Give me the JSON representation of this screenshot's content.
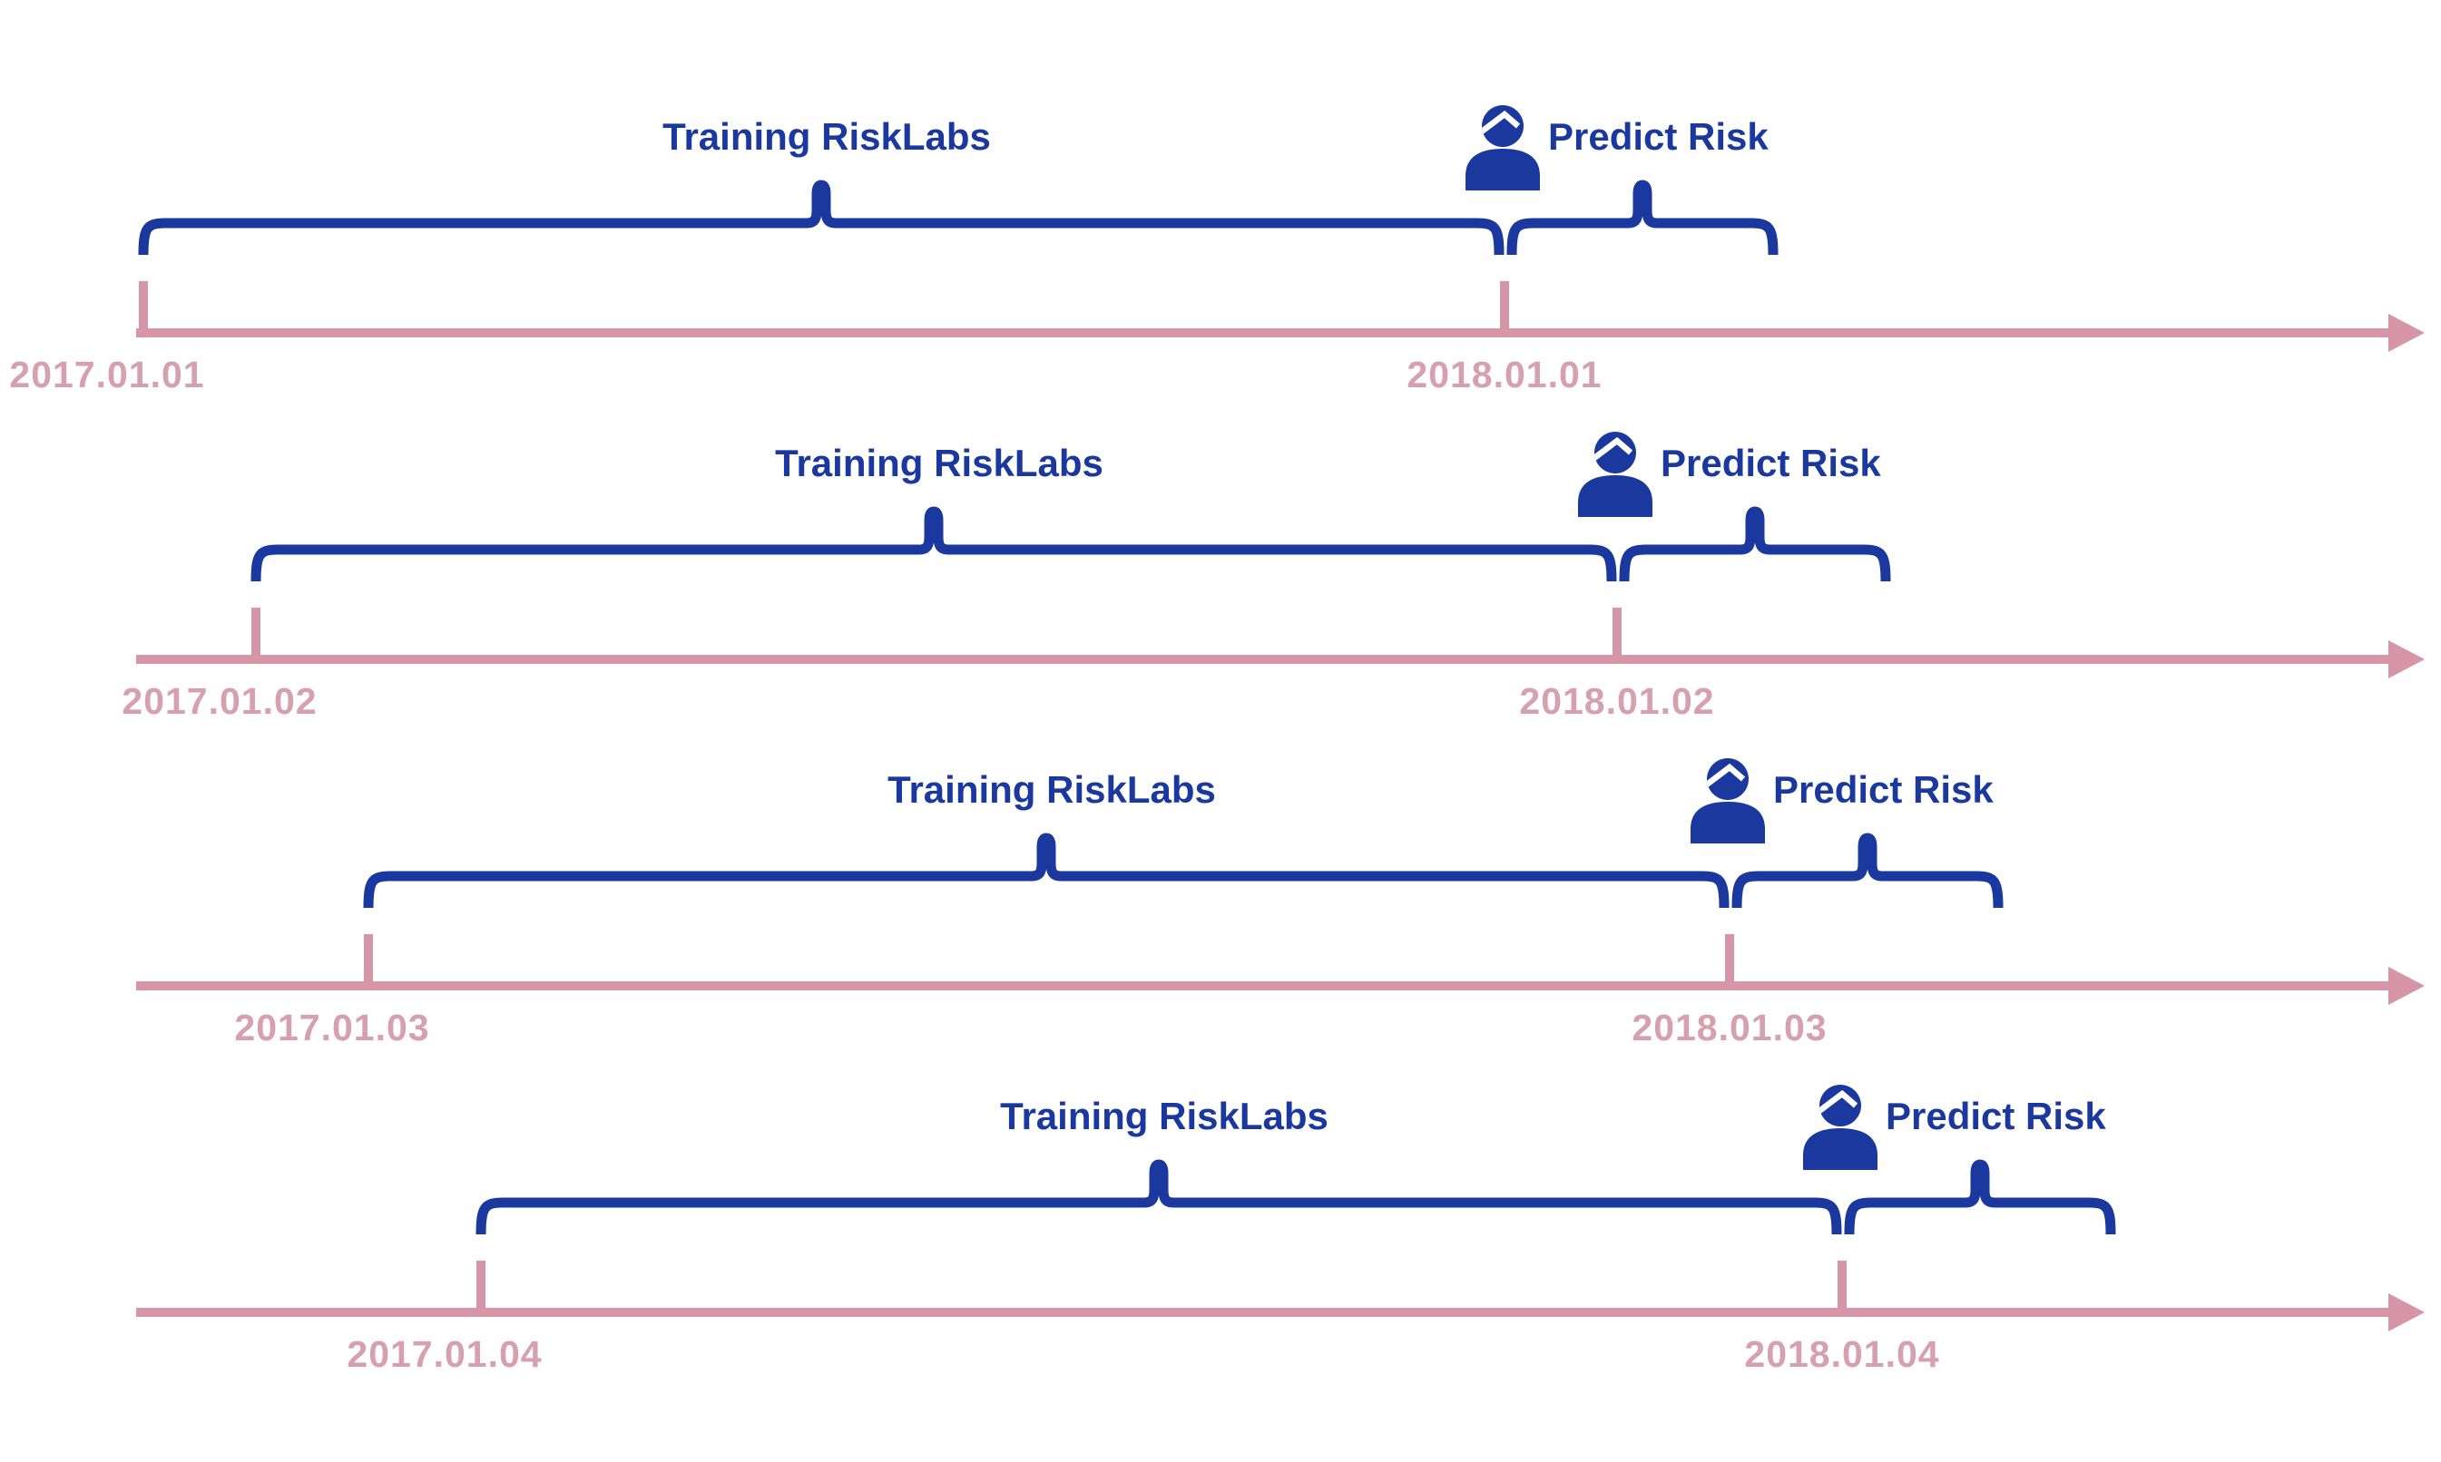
{
  "diagram": {
    "description": "Walk-forward training and prediction timeline diagram with four staggered rows",
    "colors": {
      "brand_blue": "#1a389e",
      "timeline_pink": "#d795a8",
      "date_text_pink": "#d7a0af",
      "background": "#ffffff"
    },
    "icons": {
      "person": "person-icon",
      "arrowhead": "timeline-arrowhead-icon"
    }
  },
  "rows": [
    {
      "train_label": "Training RiskLabs",
      "predict_label": "Predict Risk",
      "start_date": "2017.01.01",
      "predict_date": "2018.01.01"
    },
    {
      "train_label": "Training RiskLabs",
      "predict_label": "Predict Risk",
      "start_date": "2017.01.02",
      "predict_date": "2018.01.02"
    },
    {
      "train_label": "Training RiskLabs",
      "predict_label": "Predict Risk",
      "start_date": "2017.01.03",
      "predict_date": "2018.01.03"
    },
    {
      "train_label": "Training RiskLabs",
      "predict_label": "Predict Risk",
      "start_date": "2017.01.04",
      "predict_date": "2018.01.04"
    }
  ]
}
